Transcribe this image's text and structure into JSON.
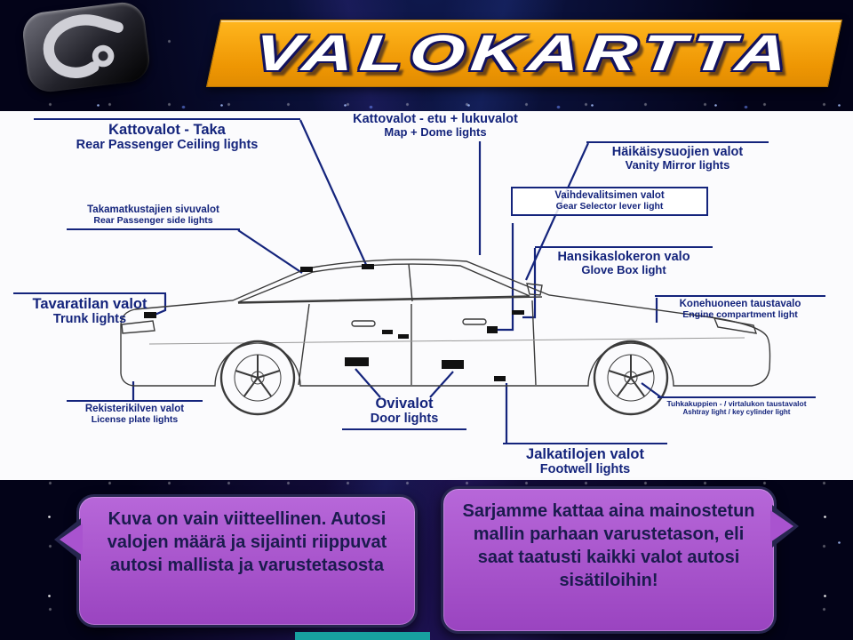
{
  "header": {
    "title": "VALOKARTTA",
    "logo_icon": "hook-clip-logo"
  },
  "colors": {
    "banner_orange": "#f7a30b",
    "label_navy": "#14247c",
    "bubble_purple": "#a953cf",
    "background_dark": "#030318",
    "watermark_teal": "#17a0a0"
  },
  "diagram": {
    "labels": [
      {
        "fi": "Kattovalot - Taka",
        "en": "Rear Passenger Ceiling lights"
      },
      {
        "fi": "Kattovalot - etu + lukuvalot",
        "en": "Map + Dome lights"
      },
      {
        "fi": "Häikäisysuojien valot",
        "en": "Vanity Mirror lights"
      },
      {
        "fi": "Vaihdevalitsimen valot",
        "en": "Gear Selector lever light"
      },
      {
        "fi": "Takamatkustajien sivuvalot",
        "en": "Rear Passenger side lights"
      },
      {
        "fi": "Hansikaslokeron valo",
        "en": "Glove Box light"
      },
      {
        "fi": "Tavaratilan valot",
        "en": "Trunk lights"
      },
      {
        "fi": "Konehuoneen taustavalo",
        "en": "Engine compartment light"
      },
      {
        "fi": "Rekisterikilven valot",
        "en": "License plate lights"
      },
      {
        "fi": "Ovivalot",
        "en": "Door lights"
      },
      {
        "fi": "Tuhkakuppien - / virtalukon taustavalot",
        "en": "Ashtray light / key cylinder light"
      },
      {
        "fi": "Jalkatilojen valot",
        "en": "Footwell lights"
      }
    ]
  },
  "bubbles": {
    "left": "Kuva on vain viitteellinen. Autosi valojen määrä ja sijainti riippuvat autosi mallista ja varustetasosta",
    "right": "Sarjamme kattaa aina mainostetun mallin parhaan varustetason, eli saat taatusti kaikki valot autosi sisätiloihin!"
  }
}
